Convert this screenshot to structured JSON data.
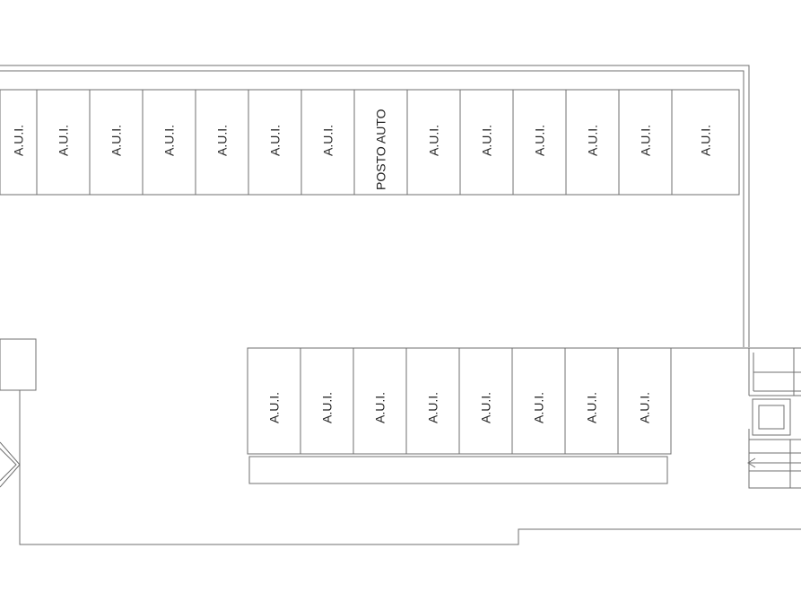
{
  "plan": {
    "top_row": {
      "labels": [
        "A.U.I.",
        "A.U.I.",
        "A.U.I.",
        "A.U.I.",
        "A.U.I.",
        "A.U.I.",
        "A.U.I.",
        "POSTO AUTO",
        "A.U.I.",
        "A.U.I.",
        "A.U.I.",
        "A.U.I.",
        "A.U.I.",
        "A.U.I."
      ]
    },
    "bottom_row": {
      "labels": [
        "A.U.I.",
        "A.U.I.",
        "A.U.I.",
        "A.U.I.",
        "A.U.I.",
        "A.U.I.",
        "A.U.I.",
        "A.U.I."
      ]
    },
    "colors": {
      "line": "#6f6f6f",
      "text": "#222222",
      "background": "#ffffff"
    }
  }
}
